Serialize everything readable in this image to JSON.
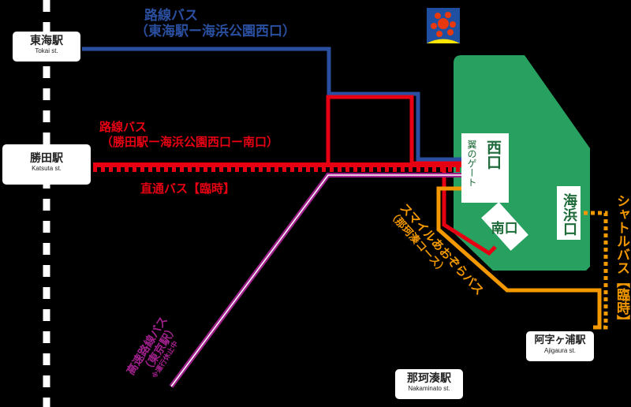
{
  "colors": {
    "background": "#000000",
    "park_green": "#28a060",
    "route_blue": "#2a4fa0",
    "route_red": "#e60012",
    "route_purple": "#a0208c",
    "route_orange": "#f39800",
    "rail_white": "#ffffff",
    "gate_text_green": "#1f6b3a"
  },
  "stations": {
    "tokai": {
      "jp": "東海駅",
      "en": "Tokai st."
    },
    "katsuta": {
      "jp": "勝田駅",
      "en": "Katsuta st."
    },
    "ajigaura": {
      "jp": "阿字ヶ浦駅",
      "en": "Ajigaura st."
    },
    "nakaminato": {
      "jp": "那珂湊駅",
      "en": "Nakaminato st."
    }
  },
  "routes": {
    "blue": {
      "line1": "路線バス",
      "line2": "（東海駅ー海浜公園西口）"
    },
    "red": {
      "line1": "路線バス",
      "line2": "（勝田駅ー海浜公園西口ー南口）"
    },
    "red_dotted": {
      "label": "直通バス【臨時】"
    },
    "purple": {
      "line1": "高速路線バス",
      "line2": "（東京駅）",
      "note": "※運行休止中"
    },
    "orange": {
      "line1": "スマイルあおぞらバス",
      "line2": "（那珂湊コース）"
    },
    "orange_dotted": {
      "label": "シャトルバス【臨時】"
    }
  },
  "park": {
    "logo_icon": "sun-flower-logo-icon",
    "gates": {
      "west": {
        "name": "西口",
        "sub": "翼のゲート"
      },
      "south": {
        "name": "南口"
      },
      "seaside": {
        "name": "海浜口"
      }
    }
  }
}
